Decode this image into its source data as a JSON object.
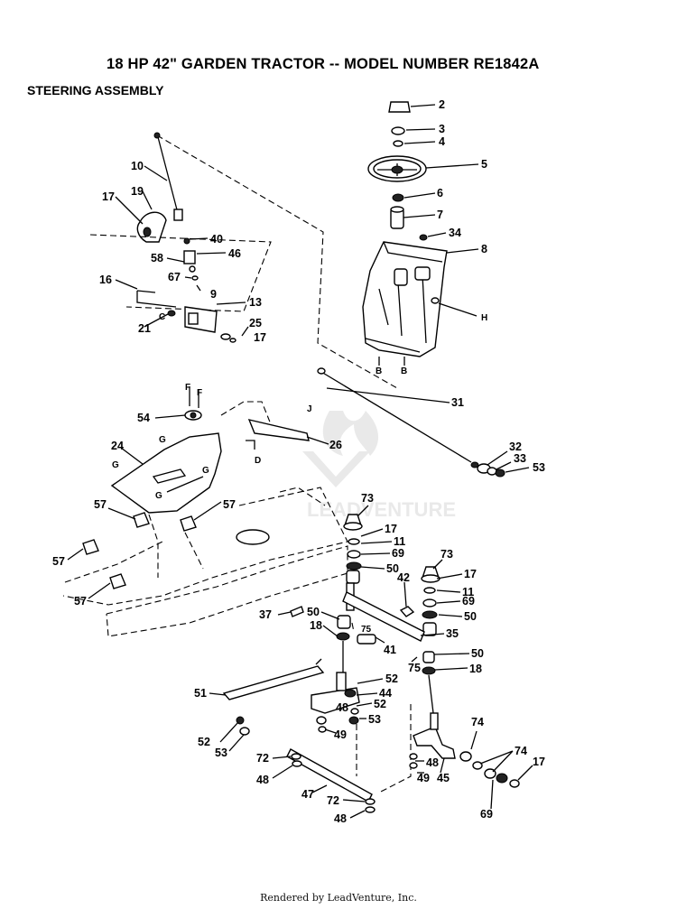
{
  "header": {
    "title": "18 HP 42\" GARDEN TRACTOR -- MODEL NUMBER RE1842A",
    "subtitle": "STEERING ASSEMBLY"
  },
  "watermark": "LEADVENTURE",
  "footer": "Rendered by LeadVenture, Inc.",
  "callouts": {
    "n2": "2",
    "n3": "3",
    "n4": "4",
    "n5": "5",
    "n6": "6",
    "n7": "7",
    "n34": "34",
    "n8": "8",
    "n10": "10",
    "n17a": "17",
    "n19": "19",
    "n40": "40",
    "n58": "58",
    "n46": "46",
    "n67": "67",
    "n9": "9",
    "n16": "16",
    "n13": "13",
    "n21": "21",
    "n25": "25",
    "n17b": "17",
    "n31": "31",
    "n32": "32",
    "n33": "33",
    "n53a": "53",
    "n54": "54",
    "n26": "26",
    "n24": "24",
    "n57a": "57",
    "n57b": "57",
    "n57c": "57",
    "n57d": "57",
    "n73a": "73",
    "n17c": "17",
    "n11a": "11",
    "n69a": "69",
    "n50a": "50",
    "n42": "42",
    "n73b": "73",
    "n17d": "17",
    "n11b": "11",
    "n69b": "69",
    "n50b": "50",
    "n37": "37",
    "n50c": "50",
    "n18a": "18",
    "n75a": "75",
    "n41": "41",
    "n35": "35",
    "n50d": "50",
    "n75b": "75",
    "n18b": "18",
    "n51": "51",
    "n52a": "52",
    "n44": "44",
    "n48a": "48",
    "n52b": "52",
    "n53b": "53",
    "n49a": "49",
    "n52c": "52",
    "n53c": "53",
    "n74a": "74",
    "n72a": "72",
    "n48b": "48",
    "n48c": "48",
    "n49b": "49",
    "n45": "45",
    "n74b": "74",
    "n17e": "17",
    "n47": "47",
    "n72b": "72",
    "n48d": "48",
    "n69c": "69"
  },
  "reference_letters": {
    "h": "H",
    "b1": "B",
    "b2": "B",
    "c1": "C",
    "f1": "F",
    "f2": "F",
    "g1": "G",
    "g2": "G",
    "g3": "G",
    "g4": "G",
    "d": "D",
    "j": "J"
  }
}
